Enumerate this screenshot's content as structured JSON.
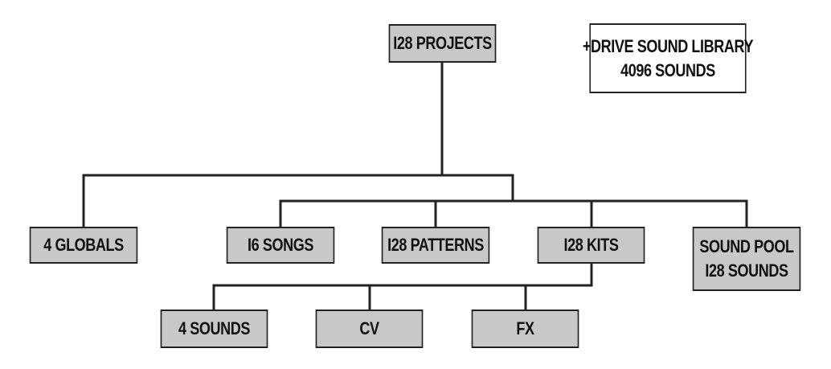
{
  "colors": {
    "box_fill": "#c8c8c8",
    "line": "#222222",
    "library_fill": "#ffffff"
  },
  "root": {
    "label": "I28 PROJECTS"
  },
  "library": {
    "line1": "+DRIVE SOUND LIBRARY",
    "line2": "4096 SOUNDS"
  },
  "globals": {
    "label": "4 GLOBALS"
  },
  "songs": {
    "label": "I6 SONGS"
  },
  "patterns": {
    "label": "I28 PATTERNS"
  },
  "kits": {
    "label": "I28 KITS"
  },
  "sound_pool": {
    "line1": "SOUND POOL",
    "line2": "I28 SOUNDS"
  },
  "sounds": {
    "label": "4 SOUNDS"
  },
  "cv": {
    "label": "CV"
  },
  "fx": {
    "label": "FX"
  }
}
